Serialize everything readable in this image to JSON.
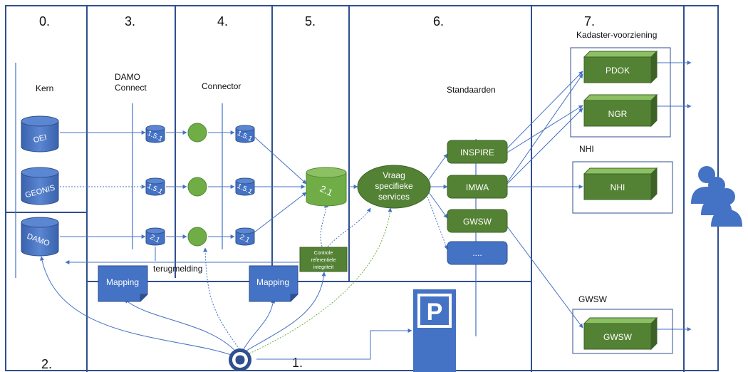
{
  "sections": {
    "s0": "0.",
    "s1": "1.",
    "s2": "2.",
    "s3": "3.",
    "s4": "4.",
    "s5": "5.",
    "s6": "6.",
    "s7": "7."
  },
  "labels": {
    "kern": "Kern",
    "damo_connect_1": "DAMO",
    "damo_connect_2": "Connect",
    "connector": "Connector",
    "standaarden": "Standaarden",
    "kadaster": "Kadaster-voorziening",
    "nhi_group": "NHI",
    "gwsw_group": "GWSW",
    "terugmelding": "terugmelding"
  },
  "databases": {
    "oei": "OEI",
    "geonis": "GEONIS",
    "damo": "DAMO",
    "v151": "1.5.1",
    "v21": "2.1"
  },
  "mapping": "Mapping",
  "controle": [
    "Controle",
    "referentiele",
    "integriteit"
  ],
  "vraag": [
    "Vraag",
    "specifieke",
    "services"
  ],
  "standards": [
    "INSPIRE",
    "IMWA",
    "GWSW",
    "...."
  ],
  "targets": {
    "pdok": "PDOK",
    "ngr": "NGR",
    "nhi": "NHI",
    "gwsw": "GWSW"
  },
  "parking": "P",
  "colors": {
    "frame": "#2f4f8f",
    "blue": "#4472c4",
    "green": "#70ad47",
    "dark_green": "#4e8a2f"
  }
}
